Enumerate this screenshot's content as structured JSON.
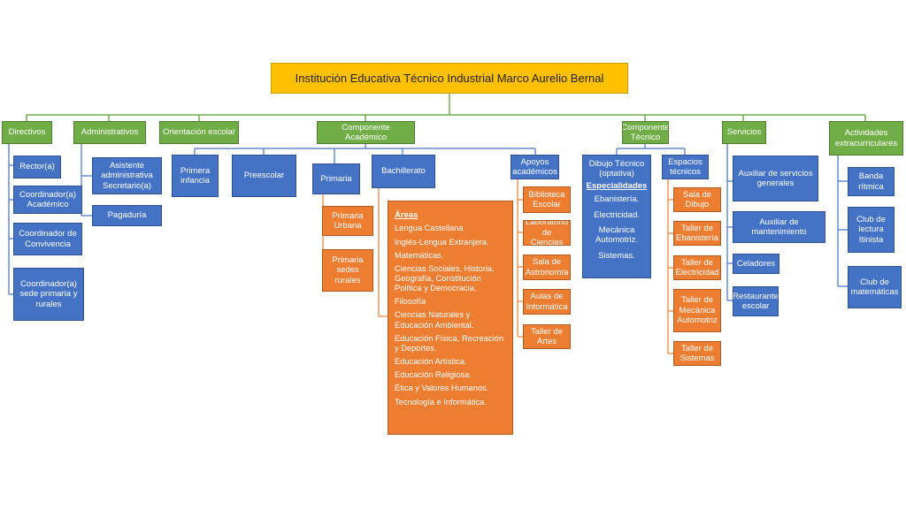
{
  "title": "Institución Educativa Técnico Industrial Marco Aurelio Bernal",
  "directivos": {
    "label": "Directivos",
    "items": [
      "Rector(a)",
      "Coordinador(a) Académico",
      "Coordinador de Convivencia",
      "Coordinador(a) sede primaria y rurales"
    ]
  },
  "administrativos": {
    "label": "Administrativos",
    "items": [
      "Asistente administrativa Secretario(a)",
      "Pagaduría"
    ]
  },
  "orientacion": {
    "label": "Orientación escolar"
  },
  "academico": {
    "label": "Componente  Académico",
    "primera_infancia": "Primera infancia",
    "preescolar": "Preescolar",
    "primaria": {
      "label": "Primaria",
      "items": [
        "Primaria Urbana",
        "Primaria sedes rurales"
      ]
    },
    "bachillerato": {
      "label": "Bachillerato",
      "areas_title": "Áreas",
      "areas": [
        "Lengua Castellana",
        "Inglés-Lengua Extranjera.",
        "Matemáticas.",
        "Ciencias Sociales, Historia, Geografía, Constitución Política y Democracia.",
        "Filosofía",
        "Ciencias Naturales y Educación Ambiental.",
        "Educación Física, Recreación y Deportes.",
        "Educación Artística.",
        "Educación Religiosa.",
        "Ética y Valores Humanos.",
        "Tecnología e Informática."
      ]
    },
    "apoyos": {
      "label": "Apoyos académicos",
      "items": [
        "Biblioteca Escolar",
        "Laboratorio de Ciencias",
        "Sala de Astronomía",
        "Aulas de Informática",
        "Taller de Artes"
      ]
    }
  },
  "tecnico": {
    "label": "Componente Técnico",
    "dibujo_title": "Dibujo Técnico (optativa)",
    "especialidades_title": "Especialidades",
    "especialidades": [
      "Ebanistería.",
      "Electricidad.",
      "Mecánica Automotriz.",
      "Sistemas."
    ],
    "espacios": {
      "label": "Espacios técnicos",
      "items": [
        "Sala de Dibujo",
        "Taller de Ebanistería",
        "Taller de Electricidad",
        "Taller de Mecánica Automotriz",
        "Taller de Sistemas"
      ]
    }
  },
  "servicios": {
    "label": "Servicios",
    "items": [
      "Auxiliar de servicios generales",
      "Auxiliar de mantenimiento",
      "Celadores",
      "Restaurante escolar"
    ]
  },
  "extra": {
    "label": "Actividades extracurriculares",
    "items": [
      "Banda rítmica",
      "Club de lectura Itinista",
      "Club de matemáticas"
    ]
  },
  "colors": {
    "title": "#ffc000",
    "level1": "#70ad47",
    "level2": "#4472c4",
    "level3": "#ed7d31",
    "connector": "#70ad47"
  }
}
